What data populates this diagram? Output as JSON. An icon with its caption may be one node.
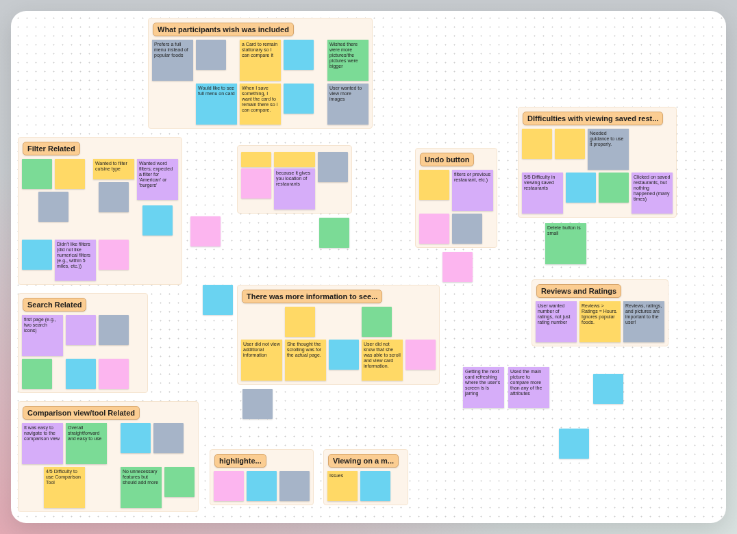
{
  "diagram": {
    "nodes": [
      {
        "text": [
          "What participants wish was included"
        ]
      },
      {
        "text": [
          "Prefers a full menu instead of popular foods"
        ],
        "in": 0
      },
      {
        "text": [],
        "shape": "box",
        "in": 0
      },
      {
        "text": [
          "a Card to remain stationary so I can compare it"
        ],
        "in": 0
      },
      {
        "text": [],
        "shape": "box",
        "in": 0
      },
      {
        "text": [
          "Wished there were more pictures/the pictures were bigger"
        ],
        "in": 0
      },
      {
        "text": [
          "User wanted to view more images"
        ],
        "in": 0
      },
      {
        "text": [
          "Would like to see full menu on card"
        ],
        "in": 0
      },
      {
        "text": [
          "When I save something, I want the card to remain there so I can compare."
        ],
        "in": 0
      },
      {
        "text": [],
        "shape": "box",
        "in": 0
      },
      {
        "text": [
          "Filter Related"
        ]
      },
      {
        "text": [],
        "shape": "box",
        "in": 10
      },
      {
        "text": [],
        "shape": "box",
        "in": 10
      },
      {
        "text": [
          "Wanted to filter cuisine type"
        ],
        "in": 10
      },
      {
        "text": [
          "Wanted word filters; expected a filter for 'American' or 'burgers'"
        ],
        "in": 10
      },
      {
        "text": [],
        "shape": "box",
        "in": 10
      },
      {
        "text": [],
        "shape": "box",
        "in": 10
      },
      {
        "text": [],
        "shape": "box",
        "in": 10
      },
      {
        "text": [],
        "shape": "box",
        "in": 10
      },
      {
        "text": [
          "Didn't like filters (did not like numerical filters (e.g., within 5 miles, etc.))"
        ],
        "in": 10
      },
      {
        "text": [],
        "shape": "box",
        "in": 10
      },
      {
        "text": [],
        "shape": "box"
      },
      {
        "text": [],
        "shape": "box",
        "in": 21
      },
      {
        "text": [],
        "shape": "box",
        "in": 21
      },
      {
        "text": [],
        "shape": "box",
        "in": 21
      },
      {
        "text": [],
        "shape": "box",
        "in": 21
      },
      {
        "text": [
          "because it gives you location of restaurants"
        ],
        "in": 21
      },
      {
        "text": [],
        "shape": "box"
      },
      {
        "text": [
          "DIfficulties with viewing saved rest..."
        ]
      },
      {
        "text": [],
        "shape": "box",
        "in": 28
      },
      {
        "text": [],
        "shape": "box",
        "in": 28
      },
      {
        "text": [
          "Needed guidance to use it properly."
        ],
        "in": 28
      },
      {
        "text": [
          "5/5 Difficulty in viewing saved restaurants"
        ],
        "in": 28
      },
      {
        "text": [],
        "shape": "box",
        "in": 28
      },
      {
        "text": [],
        "shape": "box",
        "in": 28
      },
      {
        "text": [
          "Clicked on saved restaurants, but nothing happened (many times)"
        ],
        "in": 28
      },
      {
        "text": [],
        "shape": "box"
      },
      {
        "text": [
          "Undo button"
        ]
      },
      {
        "text": [],
        "shape": "box",
        "in": 37
      },
      {
        "text": [
          "filters or previous restaurant, etc.)"
        ],
        "in": 37
      },
      {
        "text": [],
        "shape": "box",
        "in": 37
      },
      {
        "text": [],
        "shape": "box",
        "in": 37
      },
      {
        "text": [],
        "shape": "box"
      },
      {
        "text": [
          "Delete button is small"
        ]
      },
      {
        "text": [
          "Reviews and Ratings"
        ]
      },
      {
        "text": [
          "User wanted number of ratings, not just rating number"
        ],
        "in": 44
      },
      {
        "text": [
          "Reviews > Ratings = Hours. Ignores popular foods."
        ],
        "in": 44
      },
      {
        "text": [
          "Reviews, ratings, and pictures are important to the user!"
        ],
        "in": 44
      },
      {
        "text": [
          "Search Related"
        ]
      },
      {
        "text": [
          "first page (e.g., two search icons)"
        ],
        "in": 48
      },
      {
        "text": [],
        "shape": "box",
        "in": 48
      },
      {
        "text": [],
        "shape": "box",
        "in": 48
      },
      {
        "text": [],
        "shape": "box",
        "in": 48
      },
      {
        "text": [],
        "shape": "box",
        "in": 48
      },
      {
        "text": [],
        "shape": "box",
        "in": 48
      },
      {
        "text": [],
        "shape": "box"
      },
      {
        "text": [
          "There was more information to see..."
        ]
      },
      {
        "text": [],
        "shape": "box",
        "in": 56
      },
      {
        "text": [],
        "shape": "box",
        "in": 56
      },
      {
        "text": [
          "User did not view additional information"
        ],
        "in": 56
      },
      {
        "text": [],
        "shape": "box",
        "in": 56
      },
      {
        "text": [
          "User did not know that she was able to scroll and view card information."
        ],
        "in": 56
      },
      {
        "text": [],
        "shape": "box",
        "in": 56
      },
      {
        "text": [
          "She thought the scrolling was for the actual page."
        ],
        "in": 56
      },
      {
        "text": [],
        "shape": "box"
      },
      {
        "text": [
          "Getting the next card refreshing where the user's screen is is jarring"
        ]
      },
      {
        "text": [
          "Used the main picture to compare more than any of the attributes"
        ]
      },
      {
        "text": [],
        "shape": "box"
      },
      {
        "text": [
          "Comparison view/tool Related"
        ]
      },
      {
        "text": [],
        "shape": "box",
        "in": 68
      },
      {
        "text": [],
        "shape": "box",
        "in": 68
      },
      {
        "text": [
          "It was easy to navigate to the comparison view"
        ],
        "in": 68
      },
      {
        "text": [
          "Overall straightforward and easy to use"
        ],
        "in": 68
      },
      {
        "text": [
          "No unnecessary features but should add more"
        ],
        "in": 68
      },
      {
        "text": [],
        "shape": "box",
        "in": 68
      },
      {
        "text": [
          "4/5 Difficulty to use Comparison Tool"
        ],
        "in": 68
      },
      {
        "text": [],
        "shape": "box"
      },
      {
        "text": [
          "highlighte..."
        ]
      },
      {
        "text": [],
        "shape": "box",
        "in": 77
      },
      {
        "text": [],
        "shape": "box",
        "in": 77
      },
      {
        "text": [],
        "shape": "box",
        "in": 77
      },
      {
        "text": [
          "Viewing on a m..."
        ]
      },
      {
        "text": [
          "Issues"
        ],
        "in": 81
      },
      {
        "text": [],
        "shape": "box",
        "in": 81
      }
    ]
  }
}
